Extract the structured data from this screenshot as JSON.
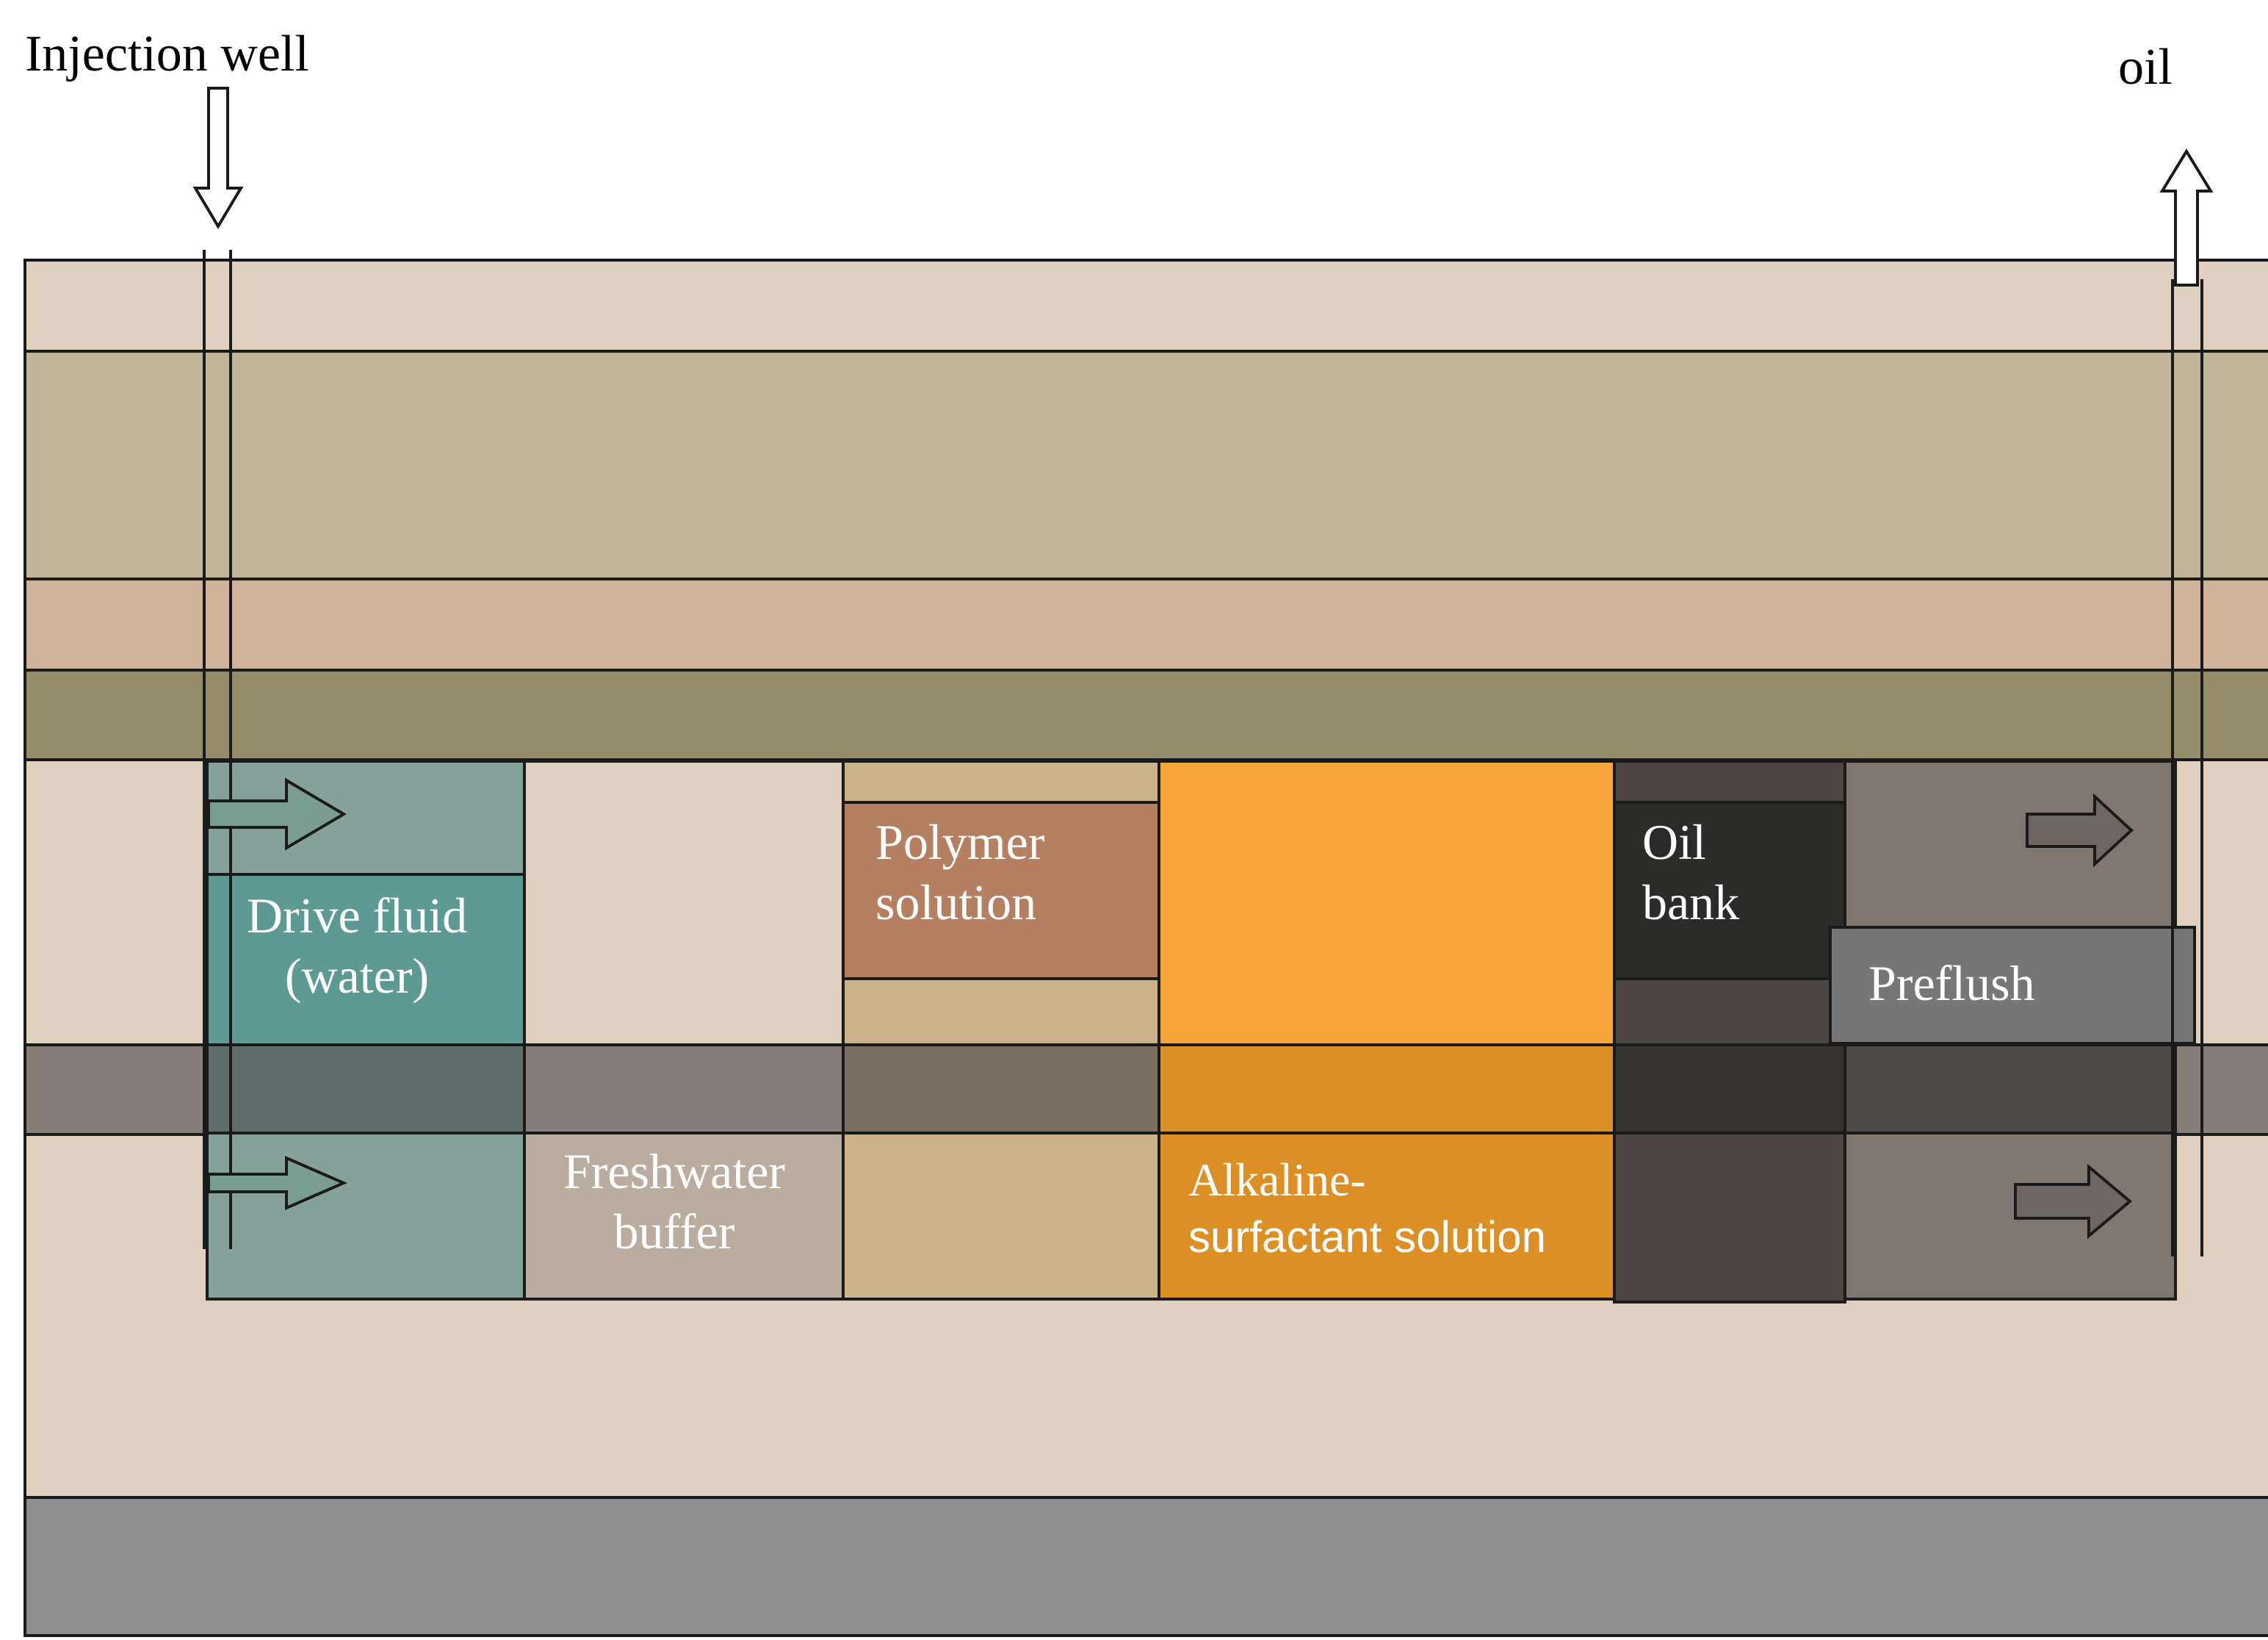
{
  "labels": {
    "injection_well": "Injection well",
    "oil": "oil",
    "drive_fluid": [
      "Drive fluid",
      "(water)"
    ],
    "freshwater_buffer": [
      "Freshwater",
      "buffer"
    ],
    "polymer_solution": [
      "Polymer",
      "solution"
    ],
    "alkaline_surfactant": [
      "Alkaline-",
      "surfactant solution"
    ],
    "oil_bank": [
      "Oil",
      "bank"
    ],
    "preflush": "Preflush"
  },
  "colors": {
    "formation_light": "#e0d0bf",
    "strata_upper": "#c0b49a",
    "strata_pink": "#cfb39a",
    "strata_olive": "#948c68",
    "shale_band": "#857e78",
    "base_rock": "#8e8e8e",
    "drive_fluid": "#85a39a",
    "drive_fluid_label": "#5e9a94",
    "freshwater_buffer": "#baada0",
    "polymer_light": "#ccb28b",
    "polymer_label": "#b57f61",
    "alkaline_surfactant": "#f6a636",
    "alkaline_surfactant_dark": "#db8f25",
    "oil_bank": "#4a4541",
    "oil_bank_label": "#2b2b29",
    "preflush_zone": "#7f7770",
    "preflush_label": "#777777"
  },
  "arrows": {
    "well_flow": "down-arrow-icon",
    "production_flow": "up-arrow-icon",
    "lateral_flow": "right-arrow-icon"
  }
}
